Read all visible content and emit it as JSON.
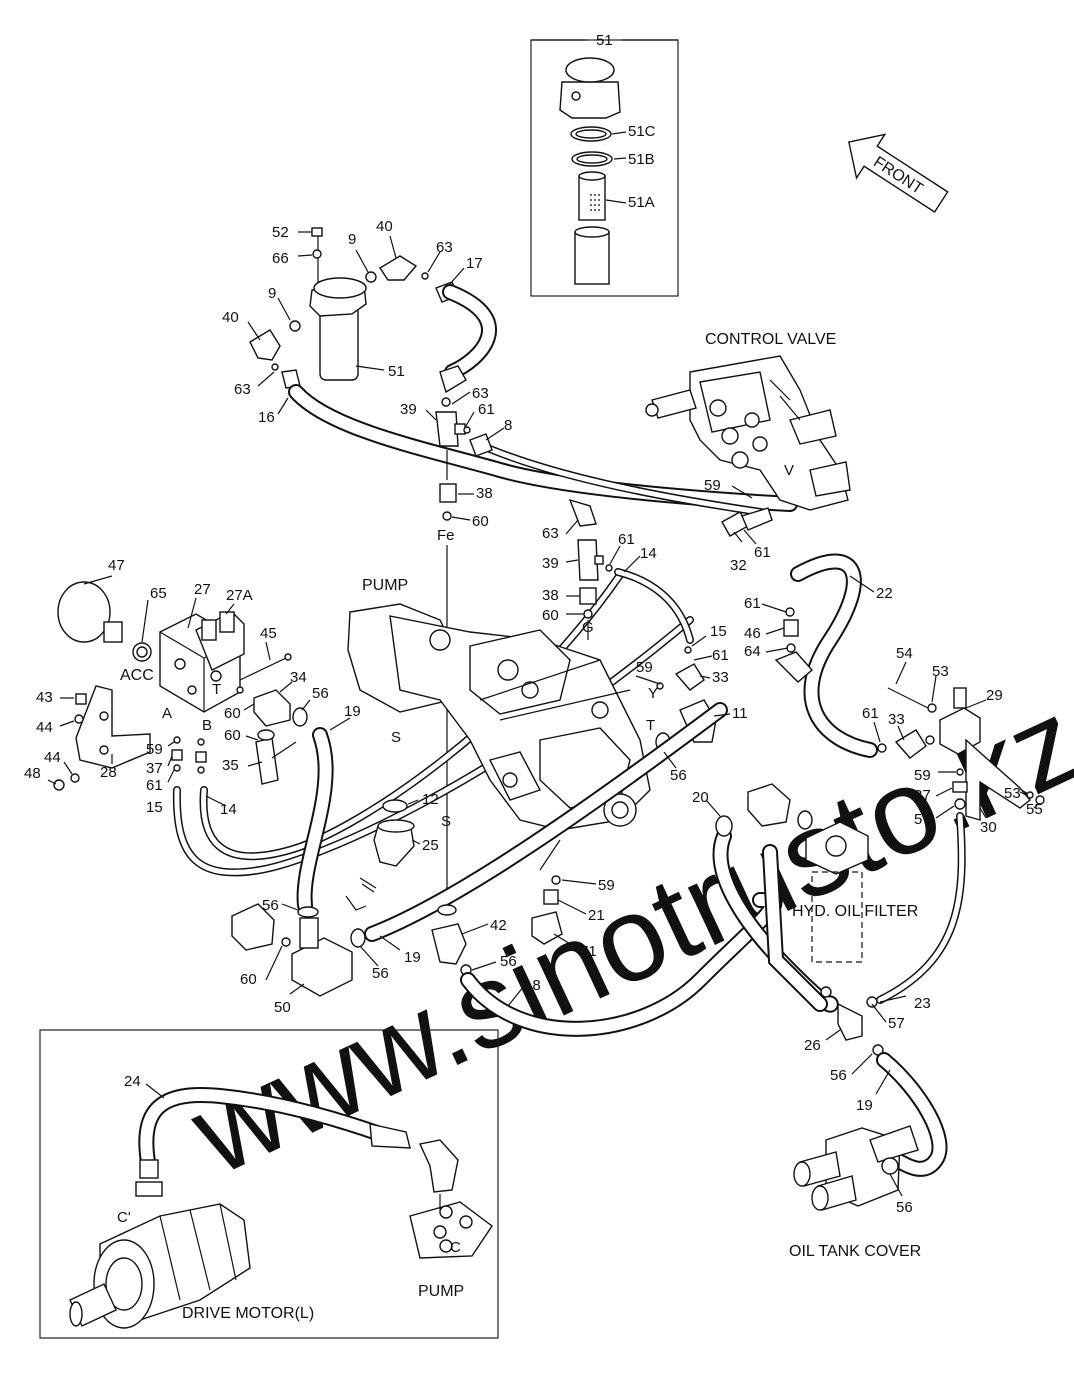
{
  "labels": {
    "control_valve": "CONTROL VALVE",
    "pump": "PUMP",
    "hyd_oil_filter": "HYD. OIL FILTER",
    "oil_tank_cover": "OIL TANK COVER",
    "drive_motor": "DRIVE MOTOR(L)",
    "pump_inset": "PUMP",
    "front": "FRONT",
    "acc": "ACC",
    "watermark": "www.sinotrusto.kz"
  },
  "ports": {
    "a": "A",
    "b": "B",
    "t1": "T",
    "t2": "T",
    "s1": "S",
    "s2": "S",
    "fe": "Fe",
    "g": "G",
    "y": "Y",
    "v": "V",
    "c1": "C'",
    "c2": "C"
  },
  "callouts": {
    "c51_top": "51",
    "c51c": "51C",
    "c51b": "51B",
    "c51a": "51A",
    "c52": "52",
    "c66": "66",
    "c9a": "9",
    "c40a": "40",
    "c63a": "63",
    "c17": "17",
    "c9b": "9",
    "c40b": "40",
    "c51": "51",
    "c63b": "63",
    "c16": "16",
    "c63c": "63",
    "c39a": "39",
    "c61a": "61",
    "c8": "8",
    "c38a": "38",
    "c60a": "60",
    "c59a": "59",
    "c32": "32",
    "c61b": "61",
    "c63d": "63",
    "c39b": "39",
    "c61c": "61",
    "c14a": "14",
    "c38b": "38",
    "c60b": "60",
    "c47": "47",
    "c65": "65",
    "c27": "27",
    "c27a": "27A",
    "c45": "45",
    "c34": "34",
    "c56a": "56",
    "c60c": "60",
    "c60d": "60",
    "c19a": "19",
    "c43": "43",
    "c44a": "44",
    "c44b": "44",
    "c48": "48",
    "c28": "28",
    "c59b": "59",
    "c37a": "37",
    "c61d": "61",
    "c15a": "15",
    "c14b": "14",
    "c35": "35",
    "c12": "12",
    "c25": "25",
    "c15b": "15",
    "c61e": "61",
    "c59c": "59",
    "c33a": "33",
    "c11": "11",
    "c56b": "56",
    "c61f": "61",
    "c46": "46",
    "c64": "64",
    "c22": "22",
    "c54": "54",
    "c53a": "53",
    "c29": "29",
    "c61g": "61",
    "c33b": "33",
    "c59d": "59",
    "c37b": "37",
    "c57a": "57",
    "c53b": "53",
    "c55": "55",
    "c30": "30",
    "c20": "20",
    "c59e": "59",
    "c21": "21",
    "c71": "71",
    "c56c": "56",
    "c19b": "19",
    "c60e": "60",
    "c50": "50",
    "c56d": "56",
    "c42": "42",
    "c56e": "56",
    "c18": "18",
    "c23": "23",
    "c57b": "57",
    "c26": "26",
    "c56f": "56",
    "c19c": "19",
    "c56g": "56",
    "c24": "24"
  },
  "icons": [
    "front-arrow-icon",
    "return-filter-icon",
    "control-valve-icon",
    "pump-icon",
    "accumulator-icon",
    "valve-block-icon",
    "oil-filter-icon",
    "tank-cover-icon",
    "drive-motor-icon"
  ]
}
